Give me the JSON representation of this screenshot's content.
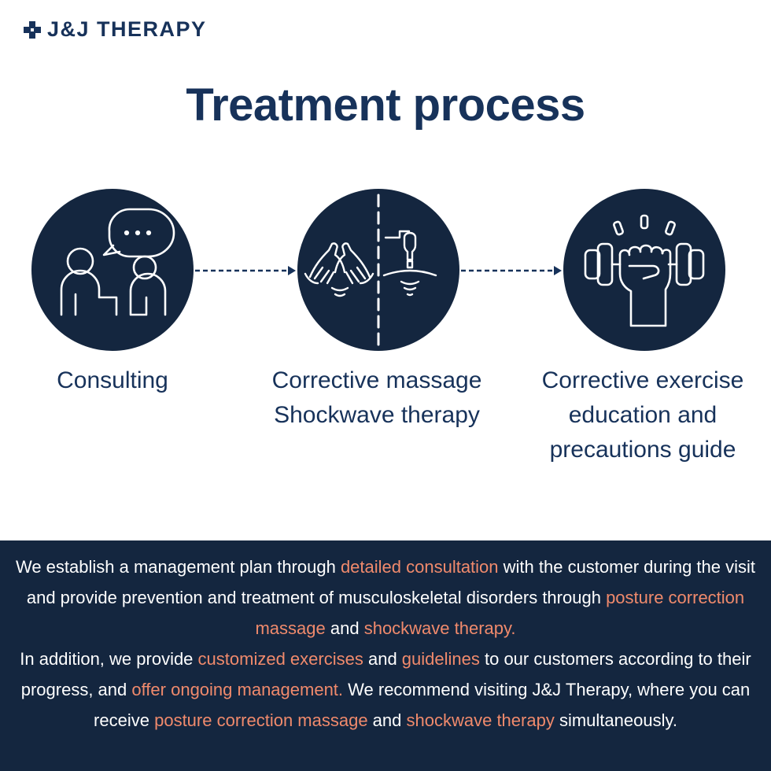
{
  "brand": {
    "name": "J&J THERAPY",
    "icon": "medical-cross-logo-icon"
  },
  "title": "Treatment process",
  "colors": {
    "navy": "#14263f",
    "text_navy": "#17325a",
    "highlight": "#f08a6c",
    "white": "#ffffff"
  },
  "steps": [
    {
      "icon": "consultation-people-speech-bubble-icon",
      "lines": [
        "Consulting"
      ]
    },
    {
      "icon": "massage-hands-shockwave-icon",
      "lines": [
        "Corrective massage",
        "Shockwave therapy"
      ]
    },
    {
      "icon": "fist-dumbbell-icon",
      "lines": [
        "Corrective exercise",
        "education and",
        "precautions guide"
      ]
    }
  ],
  "description": {
    "segments": [
      {
        "text": "We establish a management plan through ",
        "highlight": false
      },
      {
        "text": "detailed consultation",
        "highlight": true
      },
      {
        "text": " with the customer during the visit and provide prevention and treatment of musculoskeletal disorders through ",
        "highlight": false
      },
      {
        "text": "posture correction massage",
        "highlight": true
      },
      {
        "text": " and ",
        "highlight": false
      },
      {
        "text": "shockwave therapy.",
        "highlight": true
      },
      {
        "text": "\nIn addition, we provide ",
        "highlight": false
      },
      {
        "text": "customized exercises",
        "highlight": true
      },
      {
        "text": " and ",
        "highlight": false
      },
      {
        "text": "guidelines",
        "highlight": true
      },
      {
        "text": " to our customers according to their progress, and ",
        "highlight": false
      },
      {
        "text": "offer ongoing management.",
        "highlight": true
      },
      {
        "text": " We recommend visiting J&J Therapy, where you can receive ",
        "highlight": false
      },
      {
        "text": "posture correction massage",
        "highlight": true
      },
      {
        "text": " and ",
        "highlight": false
      },
      {
        "text": "shockwave therapy",
        "highlight": true
      },
      {
        "text": " simultaneously.",
        "highlight": false
      }
    ]
  }
}
